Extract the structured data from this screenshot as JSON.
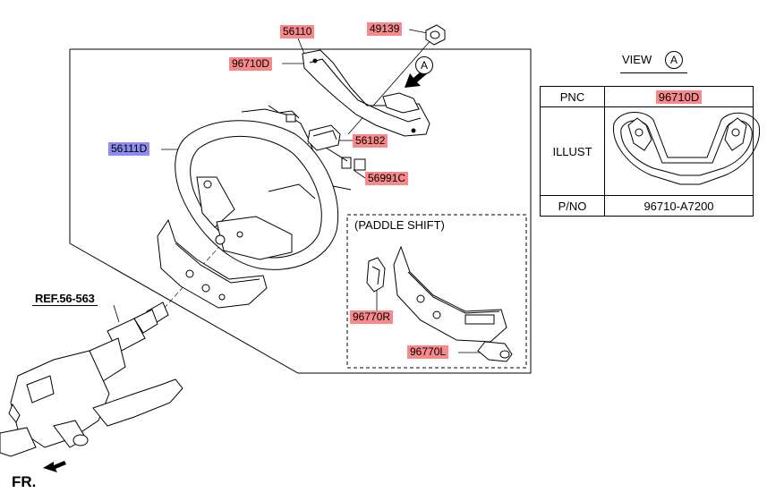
{
  "labels": {
    "p56110": "56110",
    "p49139": "49139",
    "p96710D": "96710D",
    "p56111D": "56111D",
    "p56182": "56182",
    "p56991C": "56991C",
    "p96770R": "96770R",
    "p96770L": "96770L",
    "ref": "REF.56-563",
    "front": "FR.",
    "paddle_shift": "(PADDLE SHIFT)",
    "view_marker": "A"
  },
  "view": {
    "title": "VIEW",
    "marker": "A"
  },
  "table": {
    "pnc_header": "PNC",
    "pnc_value": "96710D",
    "illust_header": "ILLUST",
    "pno_header": "P/NO",
    "pno_value": "96710-A7200"
  },
  "colors": {
    "label_highlight": "#f7898b",
    "selected_highlight": "#8c8cf2",
    "line": "#000000"
  }
}
